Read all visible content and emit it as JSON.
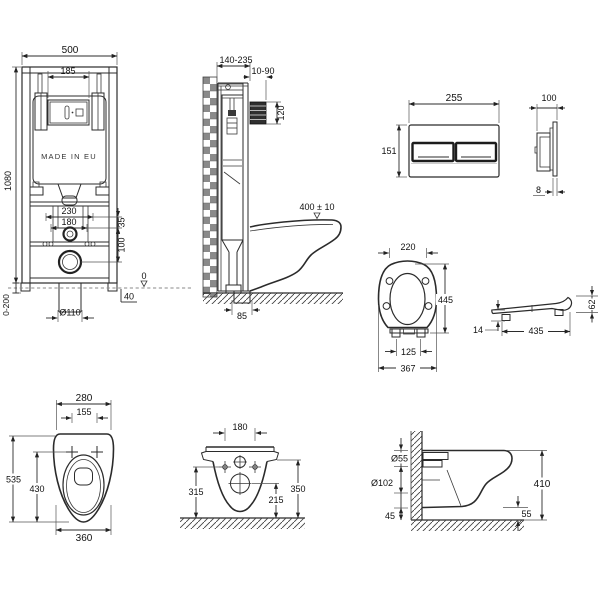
{
  "drawing": {
    "frame_front": {
      "made_in": "MADE IN EU",
      "overall_width": "500",
      "flush_opening": "185",
      "overall_height": "1080",
      "leg_adjust": "0-200",
      "fixing_width": "230",
      "bolt_width": "180",
      "offset_a": "35",
      "offset_b": "100",
      "floor_gap": "40",
      "level": "0",
      "outlet_dia": "Ø110"
    },
    "frame_side": {
      "depth": "140-235",
      "cover_range": "10-90",
      "window_height": "120",
      "rim_height": "400 ± 10",
      "outlet_offset": "85"
    },
    "plate_front": {
      "width": "255",
      "height": "151"
    },
    "plate_side": {
      "depth": "100",
      "thickness": "8"
    },
    "seat_top": {
      "hinge_span": "220",
      "length": "445",
      "hinge_gap": "125",
      "width": "367"
    },
    "seat_side": {
      "pad_height": "14",
      "length": "435",
      "thickness": "62"
    },
    "pan_top": {
      "back_width": "280",
      "hole_span": "155",
      "length": "535",
      "bowl_length": "430",
      "front_width": "360"
    },
    "pan_back": {
      "hole_span": "180",
      "side_height": "315",
      "outlet_height": "215",
      "rim_edge_height": "350"
    },
    "pan_side": {
      "inlet_dia": "Ø55",
      "outlet_dia": "Ø102",
      "bottom_offset": "45",
      "height": "410",
      "front_clearance": "55"
    }
  }
}
